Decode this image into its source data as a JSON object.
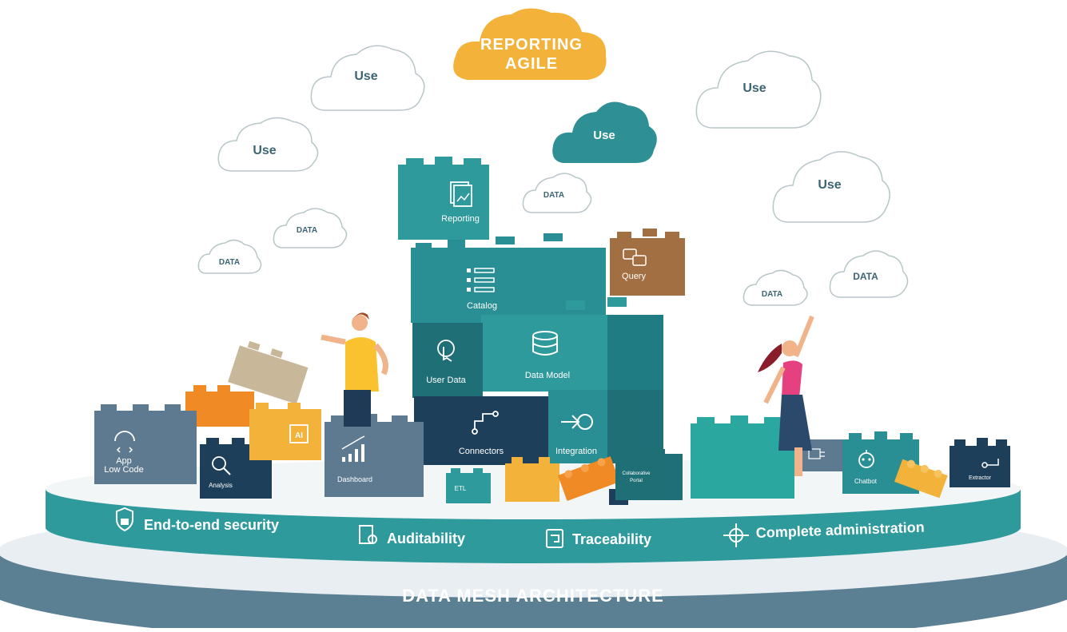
{
  "clouds": {
    "top": [
      "REPORTING",
      "AGILE"
    ],
    "use": [
      "Use",
      "Use",
      "Use",
      "Use",
      "Use"
    ],
    "data": [
      "DATA",
      "DATA",
      "DATA",
      "DATA",
      "DATA"
    ]
  },
  "blocks": {
    "reporting": "Reporting",
    "catalog": "Catalog",
    "query": "Query",
    "user_data": "User Data",
    "data_model": "Data Model",
    "connectors": "Connectors",
    "integration": "Integration",
    "app": [
      "App",
      "Low Code"
    ],
    "analysis": "Analysis",
    "ai": "AI",
    "dashboard": "Dashboard",
    "etl": "ETL",
    "collaborative": [
      "Collaborative",
      "Portal"
    ],
    "chatbot": "Chatbot",
    "extractor": "Extractor"
  },
  "features": [
    "End-to-end security",
    "Auditability",
    "Traceability",
    "Complete administration"
  ],
  "base_title": "DATA MESH ARCHITECTURE",
  "colors": {
    "teal": "#2e9a9c",
    "dark_teal": "#1f6f77",
    "navy": "#1d3f5a",
    "slate": "#5e7a90",
    "orange": "#f08a24",
    "yellow": "#f3b23a",
    "brown": "#a26f43",
    "beige": "#c9b79a",
    "platform": "#5b7f93"
  }
}
